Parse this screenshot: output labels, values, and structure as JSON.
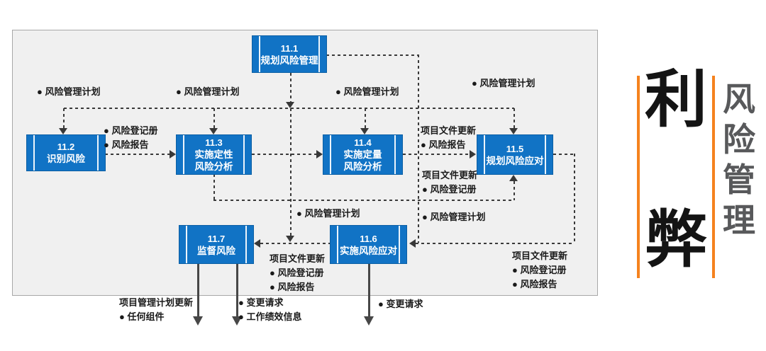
{
  "colors": {
    "box_blue": "#1173C5",
    "box_border": "#0B5FA4",
    "panel_bg": "#F0F0F0",
    "panel_border": "#A8A8A8",
    "dashed_line": "#3A3A3A",
    "solid_arrow": "#474747",
    "label_text": "#1A1A1A",
    "orange_bar": "#F5821E",
    "side_title_gray": "#58595B",
    "big_char_black": "#141414"
  },
  "boxes": {
    "p111": {
      "num": "11.1",
      "name": [
        "规划风险管理"
      ]
    },
    "p112": {
      "num": "11.2",
      "name": [
        "识别风险"
      ]
    },
    "p113": {
      "num": "11.3",
      "name": [
        "实施定性",
        "风险分析"
      ]
    },
    "p114": {
      "num": "11.4",
      "name": [
        "实施定量",
        "风险分析"
      ]
    },
    "p115": {
      "num": "11.5",
      "name": [
        "规划风险应对"
      ]
    },
    "p116": {
      "num": "11.6",
      "name": [
        "实施风险应对"
      ]
    },
    "p117": {
      "num": "11.7",
      "name": [
        "监督风险"
      ]
    }
  },
  "labels": {
    "plan_input_112": [
      "● 风险管理计划"
    ],
    "plan_input_113": [
      "● 风险管理计划"
    ],
    "plan_input_114": [
      "● 风险管理计划"
    ],
    "plan_input_115": [
      "● 风险管理计划"
    ],
    "out_112": [
      "● 风险登记册",
      "● 风险报告"
    ],
    "out_114_to_115": [
      "项目文件更新",
      "● 风险报告"
    ],
    "out_113_to_115": [
      "项目文件更新",
      "● 风险登记册"
    ],
    "plan_input_117": [
      "● 风险管理计划"
    ],
    "plan_input_116": [
      "● 风险管理计划"
    ],
    "out_116_to_117": [
      "项目文件更新",
      "● 风险登记册",
      "● 风险报告"
    ],
    "out_115_to_116": [
      "项目文件更新",
      "● 风险登记册",
      "● 风险报告"
    ],
    "out_117_bottom_left": [
      "项目管理计划更新",
      "● 任何组件"
    ],
    "out_117_bottom_right": [
      "● 变更请求",
      "● 工作绩效信息"
    ],
    "out_116_bottom": [
      "● 变更请求"
    ]
  },
  "sidebar": {
    "pro_char": "利",
    "con_char": "弊",
    "title_chars": [
      "风",
      "险",
      "管",
      "理"
    ]
  }
}
